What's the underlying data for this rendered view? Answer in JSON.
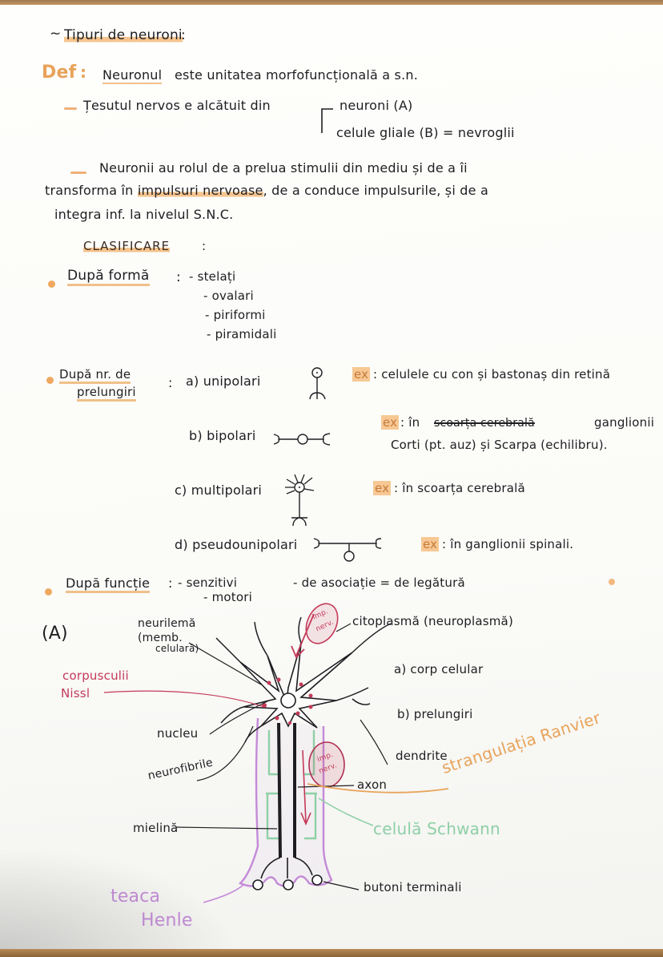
{
  "title": "Tipuri de neuroni",
  "title_suffix": ":",
  "definition": {
    "label": "Def",
    "colon": ":",
    "subject": "Neuronul",
    "text": "este unitatea morfofuncțională a s.n."
  },
  "tissue": {
    "text": "Țesutul nervos e alcătuit din",
    "components": [
      {
        "label": "neuroni (A)"
      },
      {
        "label": "celule gliale (B) = nevroglii"
      }
    ]
  },
  "role": {
    "line1": "Neuronii au rolul de a prelua stimulii din mediu și de a îi",
    "line2_pre": "transforma în",
    "line2_highlight": "impulsuri nervoase",
    "line2_post": ", de a conduce impulsurile, și de a",
    "line3": "integra inf. la nivelul S.N.C."
  },
  "classification": {
    "heading": "CLASIFICARE",
    "heading_suffix": ":",
    "by_shape": {
      "label": "După formă",
      "colon": ":",
      "items": [
        "- stelați",
        "- ovalari",
        "- piriformi",
        "- piramidali"
      ]
    },
    "by_processes": {
      "label_line1": "După nr. de",
      "label_line2": "prelungiri",
      "colon": ":",
      "items": [
        {
          "name": "a) unipolari",
          "ex_label": "ex",
          "example": ": celulele cu con și bastonaș din retină"
        },
        {
          "name": "b) bipolari",
          "ex_label": "ex",
          "example_pre": ": în",
          "example_struck": "scoarța cerebrală",
          "example_post": "ganglionii",
          "example_line2": "Corti (pt. auz) și Scarpa (echilibru)."
        },
        {
          "name": "c) multipolari",
          "ex_label": "ex",
          "example": ": în scoarța cerebrală"
        },
        {
          "name": "d) pseudounipolari",
          "ex_label": "ex",
          "example": ": în ganglionii spinali."
        }
      ]
    },
    "by_function": {
      "label": "După funcție",
      "colon": ":",
      "items": [
        "- senzitivi",
        "- motori",
        "- de asociație = de legătură"
      ]
    }
  },
  "diagram": {
    "section_label": "(A)",
    "labels": {
      "neurilema": "neurilemă",
      "neurilema_note_1": "(memb.",
      "neurilema_note_2": "celulară)",
      "nissl_1": "corpusculii",
      "nissl_2": "Nissl",
      "nucleu": "nucleu",
      "neurofibrile": "neurofibrile",
      "mielina": "mielină",
      "teaca_1": "teaca",
      "teaca_2": "Henle",
      "citoplasma": "citoplasmă (neuroplasmă)",
      "corp_celular": "a) corp celular",
      "prelungiri": "b) prelungiri",
      "dendrite": "dendrite",
      "axon": "axon",
      "ranvier": "strangulația Ranvier",
      "schwann": "celulă Schwann",
      "butoni": "butoni terminali",
      "imp_nerv_1": "imp.",
      "imp_nerv_2": "nerv."
    }
  },
  "colors": {
    "ink": "#1e1e22",
    "highlight_orange": "#f5c48e",
    "accent_orange": "#e8a35a",
    "nissl_red": "#c43a58",
    "henle_purple": "#c48ad8",
    "schwann_green": "#8ed0a6",
    "paper": "#fdfdfb"
  }
}
